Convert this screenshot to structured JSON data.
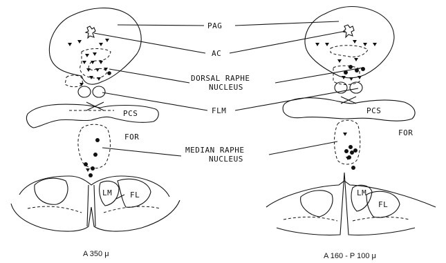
{
  "labels": {
    "pag": "PAG",
    "ac": "AC",
    "dorsal_raphe_1": "DORSAL RAPHE",
    "dorsal_raphe_2": "NUCLEUS",
    "flm": "FLM",
    "median_raphe_1": "MEDIAN RAPHE",
    "median_raphe_2": "NUCLEUS",
    "pcs_left": "PCS",
    "pcs_right": "PCS",
    "for_left": "FOR",
    "for_right": "FOR",
    "lm_left": "LM",
    "lm_right": "LM",
    "fl_left": "FL",
    "fl_right": "FL"
  },
  "captions": {
    "left": "A 350 μ",
    "right": "A 160 - P 100 μ"
  },
  "colors": {
    "ink": "#111111",
    "paper": "#ffffff"
  }
}
